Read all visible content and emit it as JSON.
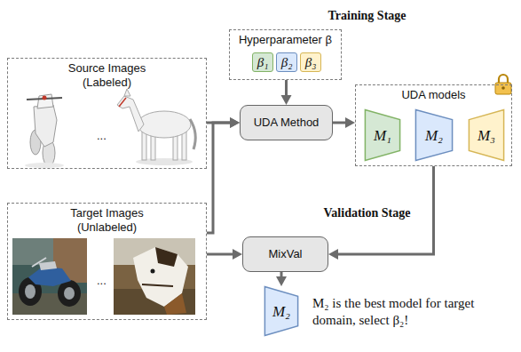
{
  "diagram": {
    "nodes": [
      {
        "text": [
          "Source Images (Labeled)",
          "..."
        ]
      },
      {
        "text": [
          "Target Images (Unlabeled)",
          "..."
        ]
      },
      {
        "text": [
          "Training Stage"
        ]
      },
      {
        "text": [
          "Hyperparameter β"
        ],
        "in": 2
      },
      {
        "text": [
          "β₁"
        ],
        "in": 3
      },
      {
        "text": [
          "β₂"
        ],
        "in": 3
      },
      {
        "text": [
          "β₃"
        ],
        "in": 3
      },
      {
        "text": [
          "UDA Method"
        ],
        "in": 2
      },
      {
        "text": [
          "UDA models"
        ],
        "in": 2
      },
      {
        "text": [
          "M₁"
        ],
        "in": 8
      },
      {
        "text": [
          "M₂"
        ],
        "in": 8
      },
      {
        "text": [
          "M₃"
        ],
        "in": 8
      },
      {
        "text": [
          "Validation Stage"
        ]
      },
      {
        "text": [
          "MixVal"
        ],
        "in": 12
      },
      {
        "text": [
          "M₂"
        ],
        "in": 12
      }
    ],
    "edges": [
      {
        "from": 0,
        "to": 7,
        "arrow": "to"
      },
      {
        "from": 1,
        "to": 7,
        "arrow": "to"
      },
      {
        "from": 1,
        "to": 13,
        "arrow": "to"
      },
      {
        "from": 3,
        "to": 7,
        "arrow": "to"
      },
      {
        "from": 7,
        "to": 8,
        "arrow": "to"
      },
      {
        "from": 8,
        "to": 13,
        "arrow": "to"
      },
      {
        "from": 13,
        "to": 14,
        "arrow": "to"
      }
    ],
    "labels": [
      "M₂ is the best model for target domain, select β₂!"
    ]
  }
}
